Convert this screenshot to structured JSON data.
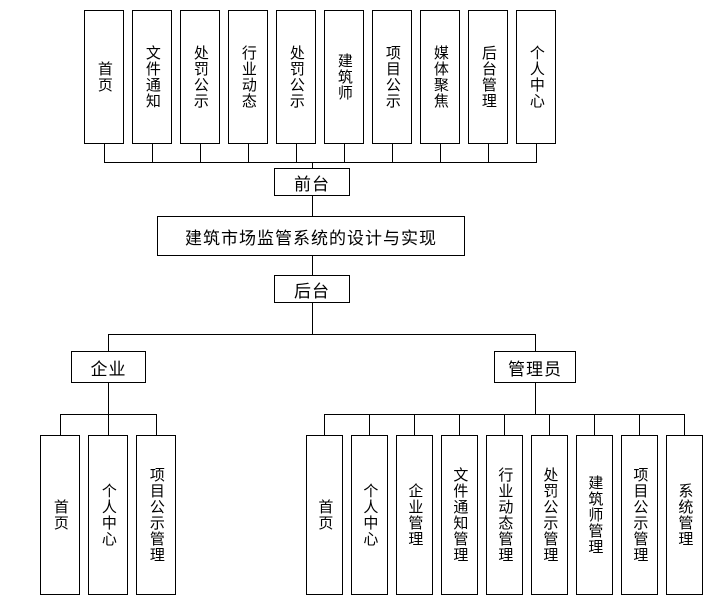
{
  "diagram": {
    "title": "建筑市场监管系统的设计与实现",
    "root": {
      "label": "建筑市场监管系统的设计与实现"
    },
    "frontend": {
      "label": "前台"
    },
    "backend": {
      "label": "后台"
    },
    "frontend_items": [
      {
        "label": "首页"
      },
      {
        "label": "文件通知"
      },
      {
        "label": "处罚公示"
      },
      {
        "label": "行业动态"
      },
      {
        "label": "处罚公示"
      },
      {
        "label": "建筑师"
      },
      {
        "label": "项目公示"
      },
      {
        "label": "媒体聚焦"
      },
      {
        "label": "后台管理"
      },
      {
        "label": "个人中心"
      }
    ],
    "enterprise": {
      "label": "企业"
    },
    "enterprise_items": [
      {
        "label": "首页"
      },
      {
        "label": "个人中心"
      },
      {
        "label": "项目公示管理"
      }
    ],
    "admin": {
      "label": "管理员"
    },
    "admin_items": [
      {
        "label": "首页"
      },
      {
        "label": "个人中心"
      },
      {
        "label": "企业管理"
      },
      {
        "label": "文件通知管理"
      },
      {
        "label": "行业动态管理"
      },
      {
        "label": "处罚公示管理"
      },
      {
        "label": "建筑师管理"
      },
      {
        "label": "项目公示管理"
      },
      {
        "label": "系统管理"
      }
    ]
  },
  "colors": {
    "stroke": "#000000",
    "fill": "#ffffff"
  }
}
